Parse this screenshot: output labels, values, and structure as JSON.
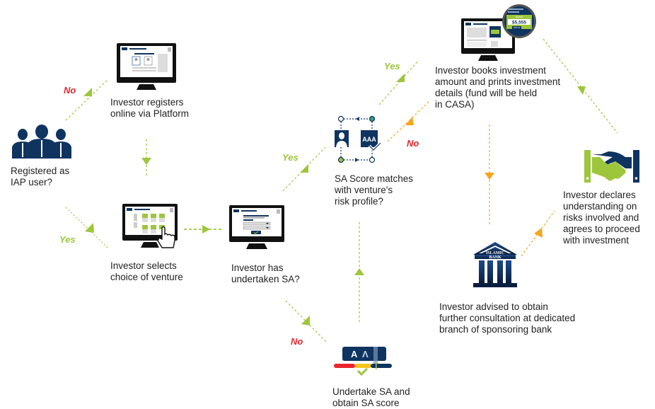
{
  "colors": {
    "navy": "#0f3460",
    "green": "#9dc63b",
    "orange": "#f7a51c",
    "red": "#e8262c",
    "text": "#222222"
  },
  "nodes": {
    "registered": {
      "label": "Registered as\nIAP user?",
      "icon": "users-group-icon"
    },
    "registers_online": {
      "label": "Investor registers\nonline via Platform",
      "icon": "monitor-registration-icon"
    },
    "selects_venture": {
      "label": "Investor selects\nchoice of venture",
      "icon": "monitor-venture-select-icon"
    },
    "undertaken_sa": {
      "label": "Investor has\nundertaken SA?",
      "icon": "monitor-sa-form-icon"
    },
    "sa_match": {
      "label": "SA Score matches\nwith venture's\nrisk profile?",
      "icon": "profile-match-icon"
    },
    "undertake_sa": {
      "label": "Undertake SA and\nobtain SA score",
      "icon": "sa-score-gauge-icon"
    },
    "books_investment": {
      "label": "Investor books investment\namount and prints investment\ndetails (fund will be held\nin CASA)",
      "icon": "monitor-invest-magnifier-icon",
      "invest_label": "Invest",
      "amount": "$5,555",
      "submit_label": "Submit"
    },
    "declares": {
      "label": "Investor declares\nunderstanding on\nrisks involved and\nagrees to proceed\nwith investment",
      "icon": "handshake-icon"
    },
    "advised": {
      "label": "Investor advised to obtain\nfurther consultation at dedicated\nbranch of sponsoring bank",
      "icon": "islamic-bank-icon",
      "bank_text_1": "ISLAMIC",
      "bank_text_2": "BANK"
    },
    "sa_badge_text": "AAA"
  },
  "edge_labels": {
    "no_register": "No",
    "yes_registered": "Yes",
    "yes_sa_done": "Yes",
    "no_sa_done": "No",
    "yes_match": "Yes",
    "no_match": "No"
  }
}
